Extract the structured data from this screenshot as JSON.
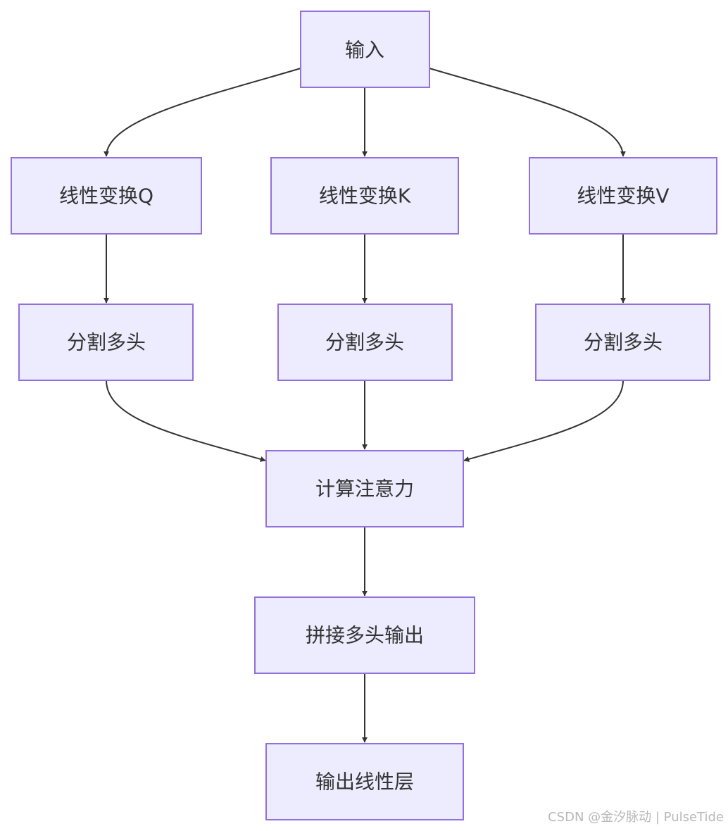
{
  "nodes": {
    "input": "输入",
    "linear_q": "线性变换Q",
    "linear_k": "线性变换K",
    "linear_v": "线性变换V",
    "split_q": "分割多头",
    "split_k": "分割多头",
    "split_v": "分割多头",
    "attention": "计算注意力",
    "concat": "拼接多头输出",
    "output": "输出线性层"
  },
  "watermark": "CSDN @金汐脉动 | PulseTide",
  "colors": {
    "node_fill": "#ececfe",
    "node_border": "#9370db",
    "edge": "#333333",
    "text": "#333333"
  }
}
